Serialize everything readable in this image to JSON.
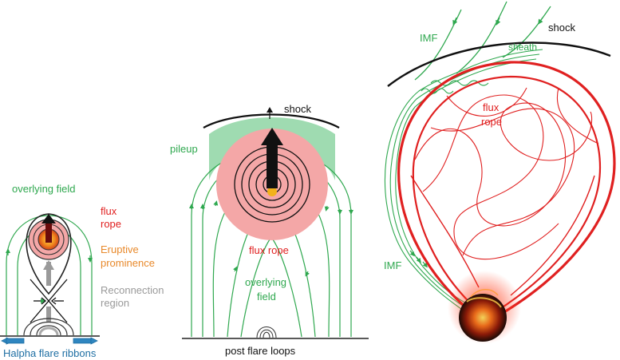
{
  "panel_left": {
    "overlying_field": "overlying field",
    "flux": "flux",
    "rope": "rope",
    "eruptive": "Eruptive",
    "prominence": "prominence",
    "reconnection": "Reconnection",
    "region": "region",
    "ribbons": "Halpha flare ribbons"
  },
  "panel_middle": {
    "shock": "shock",
    "pileup": "pileup",
    "flux_rope": "flux rope",
    "overlying": "overlying",
    "field": "field",
    "post_flare_loops": "post flare loops"
  },
  "panel_right": {
    "shock": "shock",
    "imf_top": "IMF",
    "sheath": "sheath",
    "flux": "flux",
    "rope": "rope",
    "imf_bottom": "IMF"
  },
  "colors": {
    "field_green": "#2fa84f",
    "rope_red": "#e02020",
    "rope_fill": "#f4a7a7",
    "pileup": "#7fcf97",
    "eruptive": "#e8892b",
    "reconnection": "#9a9a9a",
    "ribbons": "#1f6fa3"
  }
}
